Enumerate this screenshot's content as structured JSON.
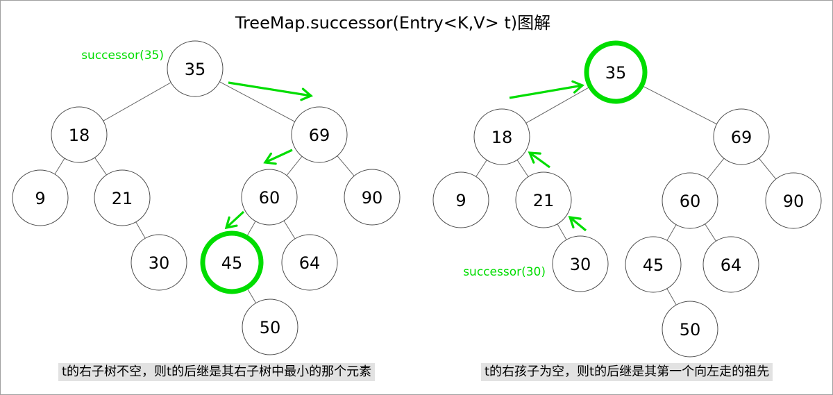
{
  "title": "TreeMap.successor(Entry<K,V> t)图解",
  "colors": {
    "highlight_green": "#00dd00",
    "node_outline": "#4d4d4d",
    "edge_gray": "#666666",
    "caption_background": "#e2e2e2",
    "text_black": "#000000"
  },
  "left_tree": {
    "annotation": "successor(35)",
    "highlighted_node": "45",
    "caption": "t的右子树不空，则t的后继是其右子树中最小的那个元素",
    "nodes": {
      "n35": "35",
      "n18": "18",
      "n69": "69",
      "n9": "9",
      "n21": "21",
      "n60": "60",
      "n90": "90",
      "n30": "30",
      "n45": "45",
      "n64": "64",
      "n50": "50"
    }
  },
  "right_tree": {
    "annotation": "successor(30)",
    "highlighted_node": "35",
    "caption": "t的右孩子为空，则t的后继是其第一个向左走的祖先",
    "nodes": {
      "n35": "35",
      "n18": "18",
      "n69": "69",
      "n9": "9",
      "n21": "21",
      "n60": "60",
      "n90": "90",
      "n30": "30",
      "n45": "45",
      "n64": "64",
      "n50": "50"
    }
  }
}
